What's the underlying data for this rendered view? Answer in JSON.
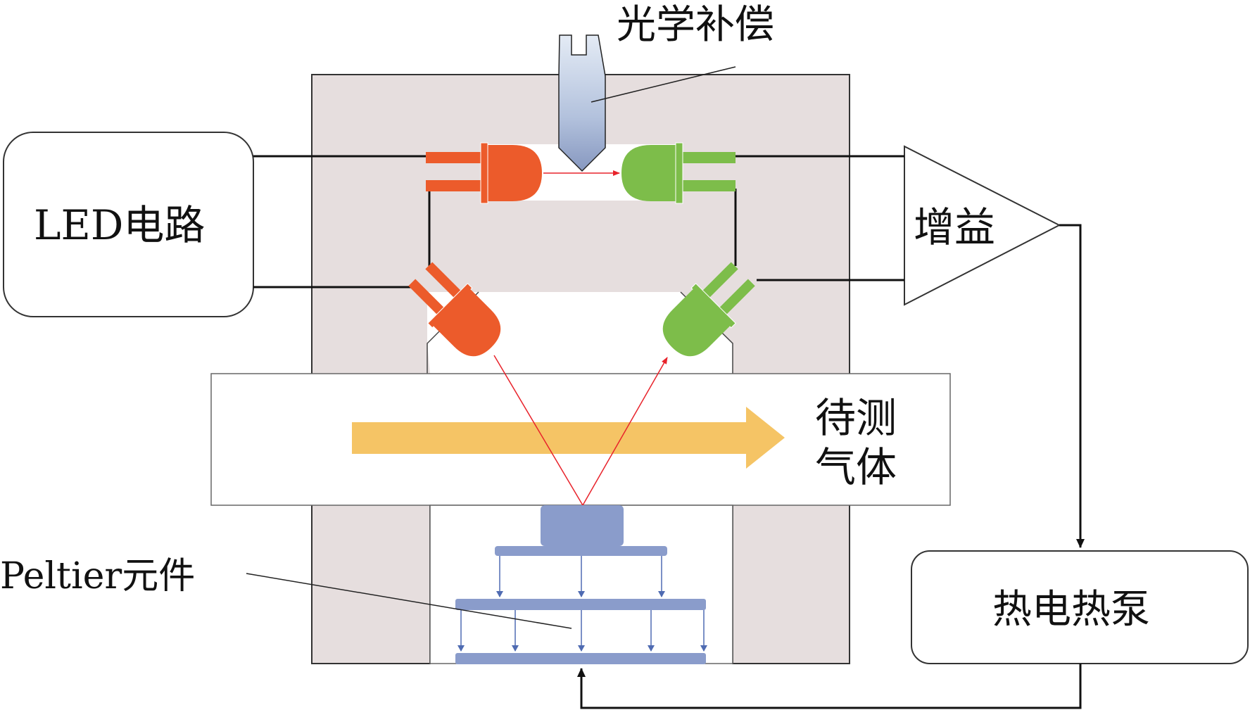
{
  "labels": {
    "optical_compensation": "光学补偿",
    "led_circuit": "LED电路",
    "gain": "增益",
    "gas_under_test_line1": "待测",
    "gas_under_test_line2": "气体",
    "peltier_element": "Peltier元件",
    "thermoelectric_heat_pump": "热电热泵"
  },
  "colors": {
    "housing": "#e6dede",
    "housing_border": "#333333",
    "red_led": "#ec5b2b",
    "green_led": "#7dbd4a",
    "light_beam": "#e8232b",
    "gas_arrow": "#f5c465",
    "peltier": "#8a9ccb",
    "peltier_arrow": "#4f6bb2",
    "wire": "#111111"
  }
}
